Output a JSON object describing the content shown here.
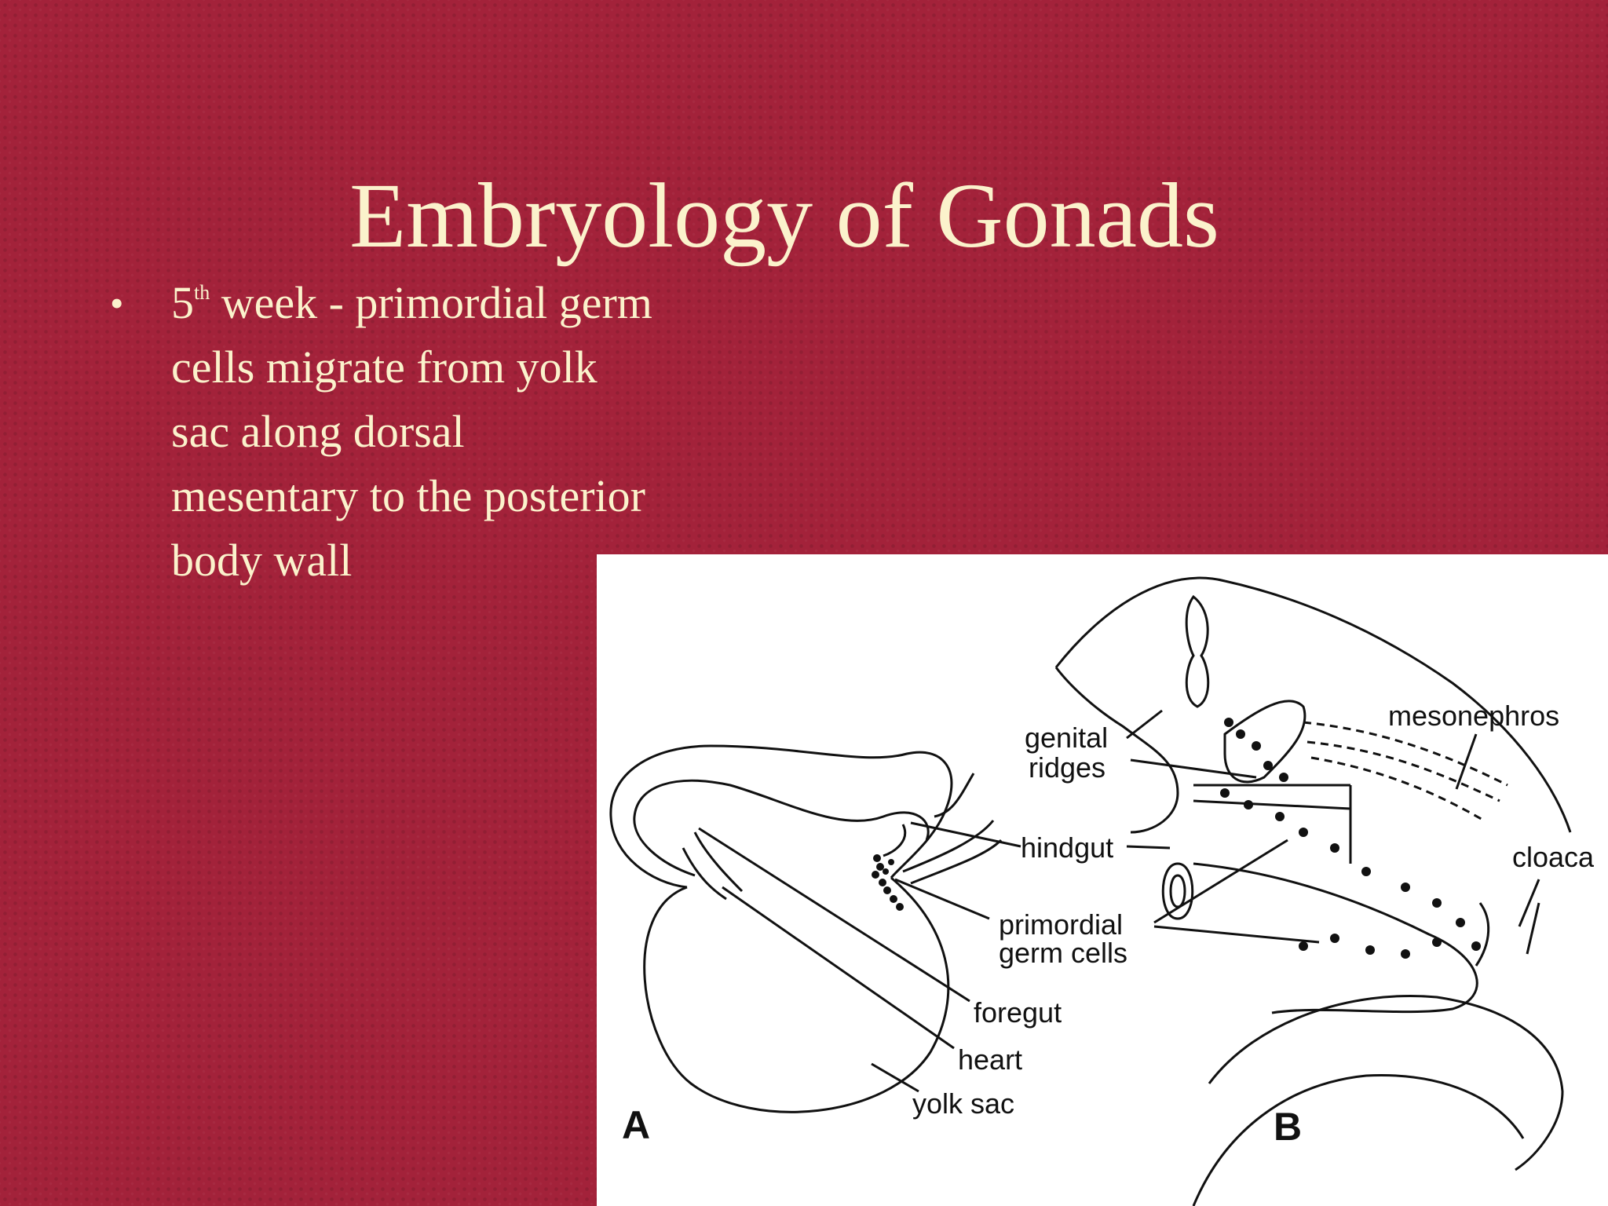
{
  "slide": {
    "title": "Embryology of Gonads",
    "bullet": {
      "marker": "•",
      "number": "5",
      "superscript": "th",
      "line1_rest": " week - primordial germ",
      "line2": "cells migrate from yolk",
      "line3": "sac along dorsal",
      "line4": "mesentary to the posterior",
      "line5": "body wall"
    }
  },
  "figure": {
    "labels": {
      "genital_1": "genital",
      "genital_2": "ridges",
      "hindgut": "hindgut",
      "pgc_1": "primordial",
      "pgc_2": "germ cells",
      "foregut": "foregut",
      "heart": "heart",
      "yolk_sac": "yolk sac",
      "mesonephros": "mesonephros",
      "cloaca": "cloaca",
      "panel_a": "A",
      "panel_b": "B"
    }
  },
  "colors": {
    "background": "#a3223a",
    "text": "#fbf2cc",
    "figure_bg": "#ffffff"
  }
}
